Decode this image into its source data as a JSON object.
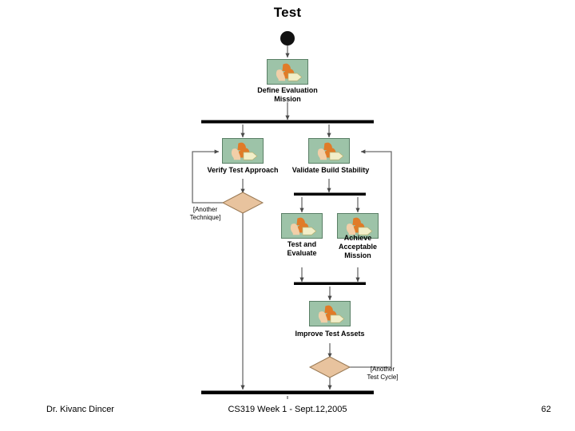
{
  "slide": {
    "title": "Test",
    "page_number": "62",
    "footer_author": "Dr. Kivanc Dincer",
    "footer_center": "CS319 Week 1 - Sept.12,2005"
  },
  "diagram": {
    "type": "uml-activity-diagram",
    "colors": {
      "activity_fill": "#9dc3a8",
      "activity_border": "#5a7f66",
      "decision_fill": "#e8c39e",
      "decision_border": "#9a7a55",
      "bar": "#000000",
      "flow": "#6b6b6b",
      "figure_orange": "#e07b28",
      "figure_skin": "#f2cfa8",
      "arrow_cream": "#f2eec8"
    },
    "nodes": [
      {
        "id": "start",
        "kind": "initial-node",
        "label": ""
      },
      {
        "id": "fork1",
        "kind": "fork-bar",
        "label": ""
      },
      {
        "id": "a1",
        "kind": "activity",
        "label": "Define Evaluation\nMission"
      },
      {
        "id": "a2",
        "kind": "activity",
        "label": "Verify Test Approach"
      },
      {
        "id": "a3",
        "kind": "activity",
        "label": "Validate Build Stability"
      },
      {
        "id": "d1",
        "kind": "decision",
        "label": ""
      },
      {
        "id": "fork2",
        "kind": "fork-bar",
        "label": ""
      },
      {
        "id": "a4",
        "kind": "activity",
        "label": "Test and\nEvaluate"
      },
      {
        "id": "a5",
        "kind": "activity",
        "label": "Achieve\nAcceptable\nMission"
      },
      {
        "id": "join1",
        "kind": "join-bar",
        "label": ""
      },
      {
        "id": "a6",
        "kind": "activity",
        "label": "Improve Test Assets"
      },
      {
        "id": "d2",
        "kind": "decision",
        "label": ""
      },
      {
        "id": "join2",
        "kind": "join-bar",
        "label": ""
      },
      {
        "id": "end",
        "kind": "final-node",
        "label": ""
      }
    ],
    "guards": [
      {
        "id": "g1",
        "text": "[Another\nTechnique]"
      },
      {
        "id": "g2",
        "text": "[Another\nTest Cycle]"
      }
    ]
  }
}
